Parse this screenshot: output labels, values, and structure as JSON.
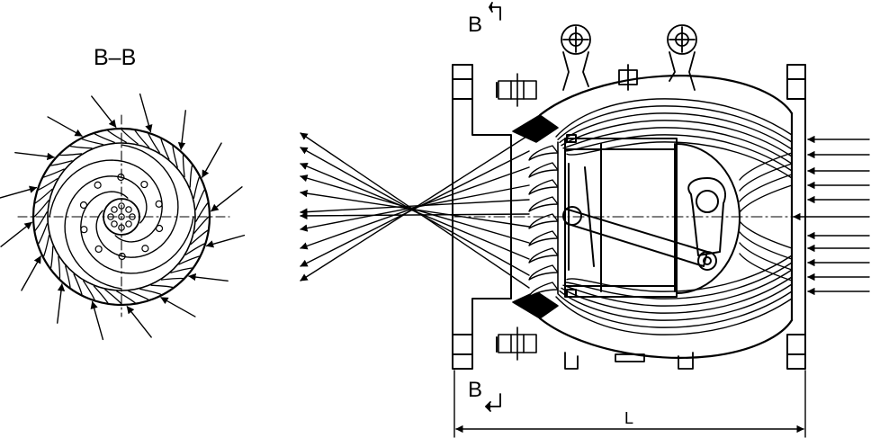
{
  "section_title": "B–B",
  "section_mark_top": "B",
  "section_mark_bottom": "B",
  "dimension_label": "L",
  "line_color": "#000000",
  "background_color": "#ffffff"
}
